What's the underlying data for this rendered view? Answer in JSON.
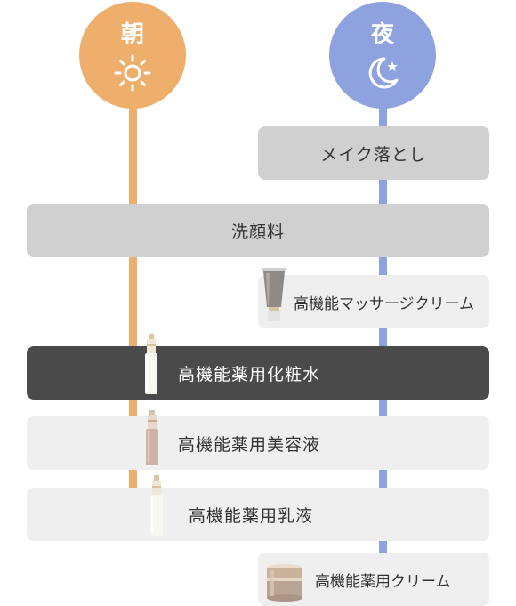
{
  "colors": {
    "morning": "#eeae6c",
    "night": "#8ea2e0",
    "step_gray": "#d0d0d0",
    "step_light": "#efefef",
    "step_dark": "#4a4a4a"
  },
  "morning": {
    "label": "朝",
    "icon": "sun-icon"
  },
  "night": {
    "label": "夜",
    "icon": "moon-star-icon"
  },
  "steps": [
    {
      "label": "メイク落とし",
      "scope": "night",
      "style": "gray"
    },
    {
      "label": "洗顔料",
      "scope": "both",
      "style": "gray"
    },
    {
      "label": "高機能マッサージクリーム",
      "scope": "night",
      "style": "light",
      "product": "tube"
    },
    {
      "label": "高機能薬用化粧水",
      "scope": "both",
      "style": "dark",
      "product": "white-pump-bottle"
    },
    {
      "label": "高機能薬用美容液",
      "scope": "both",
      "style": "light",
      "product": "pink-pump-bottle"
    },
    {
      "label": "高機能薬用乳液",
      "scope": "both",
      "style": "light",
      "product": "white-pump-bottle"
    },
    {
      "label": "高機能薬用クリーム",
      "scope": "night",
      "style": "light",
      "product": "jar"
    }
  ]
}
